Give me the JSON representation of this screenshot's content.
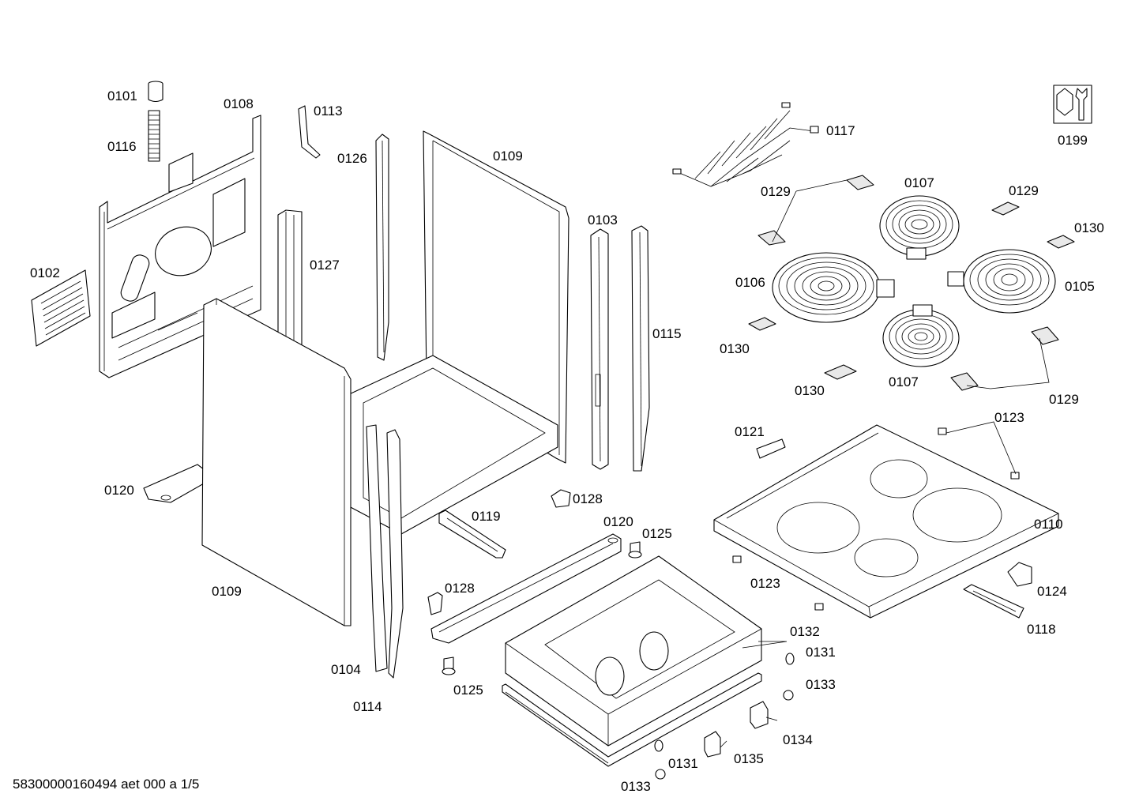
{
  "footer": {
    "doc_ref": "58300000160494 aet 000 a 1/5"
  },
  "labels": {
    "p0101": "0101",
    "p0116": "0116",
    "p0108": "0108",
    "p0102": "0102",
    "p0113": "0113",
    "p0126": "0126",
    "p0127": "0127",
    "p0109a": "0109",
    "p0109b": "0109",
    "p0103": "0103",
    "p0115": "0115",
    "p0120a": "0120",
    "p0120b": "0120",
    "p0119": "0119",
    "p0128a": "0128",
    "p0128b": "0128",
    "p0125a": "0125",
    "p0125b": "0125",
    "p0104": "0104",
    "p0114": "0114",
    "p0132": "0132",
    "p0131a": "0131",
    "p0131b": "0131",
    "p0133a": "0133",
    "p0133b": "0133",
    "p0134": "0134",
    "p0135": "0135",
    "p0117": "0117",
    "p0199": "0199",
    "p0129a": "0129",
    "p0129b": "0129",
    "p0129c": "0129",
    "p0107a": "0107",
    "p0107b": "0107",
    "p0130a": "0130",
    "p0130b": "0130",
    "p0130c": "0130",
    "p0106": "0106",
    "p0105": "0105",
    "p0121": "0121",
    "p0123a": "0123",
    "p0123b": "0123",
    "p0110": "0110",
    "p0124": "0124",
    "p0118": "0118"
  }
}
